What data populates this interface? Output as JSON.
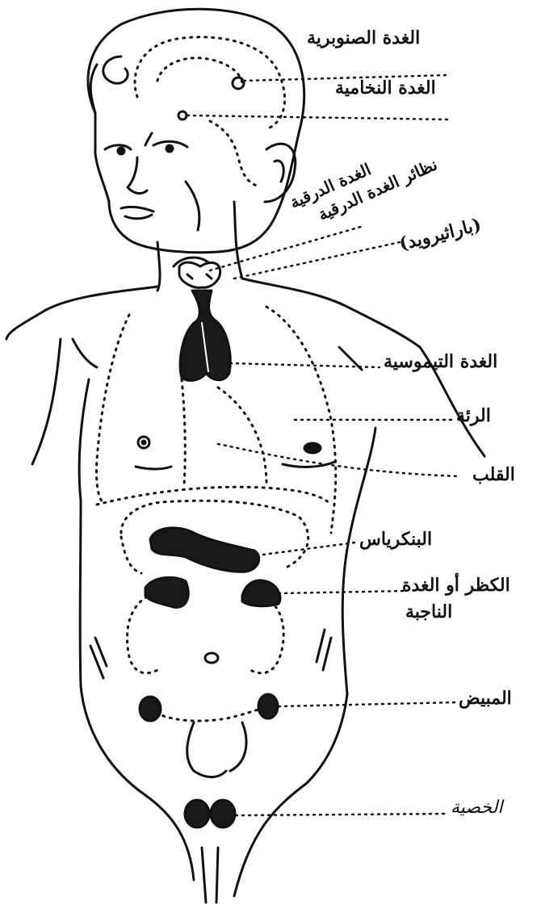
{
  "colors": {
    "ink": "#111111",
    "paper": "#ffffff",
    "organ_fill": "#1a1a1a"
  },
  "labels": {
    "pineal": "الغدة الصنوبرية",
    "pituitary": "الغدة النخامية",
    "thyroid": "الغدة الدرقية",
    "parathyroid_line1": "نظائر الغدة الدرقية",
    "parathyroid_line2": "(باراثيرويد)",
    "thymus": "الغدة التيموسية",
    "lung": "الرئة",
    "heart": "القلب",
    "pancreas": "البنكرياس",
    "adrenal_line1": "الكظر أو الغدة",
    "adrenal_line2": "الناجبة",
    "ovary": "المبيض",
    "testis": "الخصية"
  }
}
